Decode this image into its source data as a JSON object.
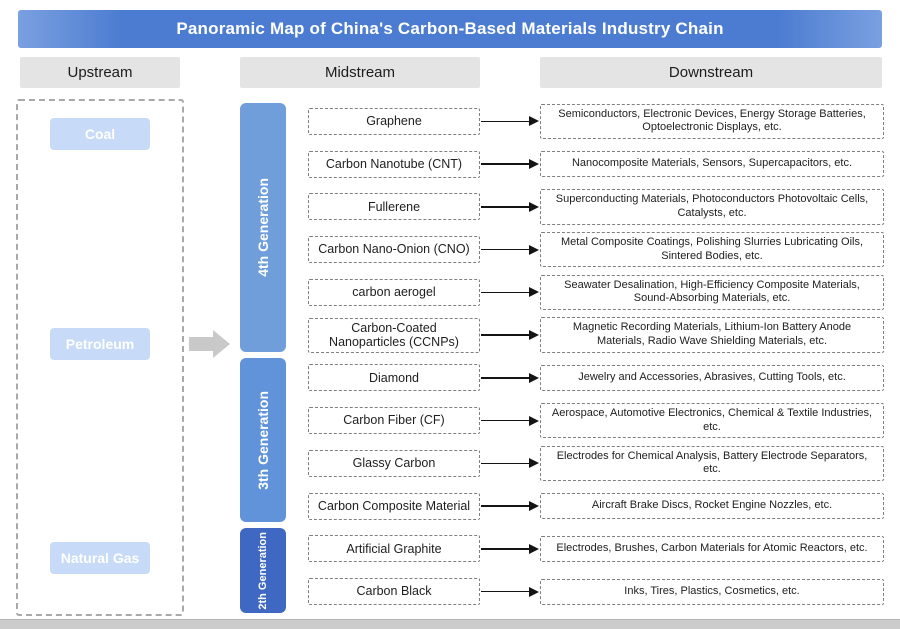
{
  "title": "Panoramic Map of China's Carbon-Based Materials Industry Chain",
  "columns": {
    "upstream": "Upstream",
    "midstream": "Midstream",
    "downstream": "Downstream"
  },
  "upstream": {
    "items": [
      {
        "label": "Coal"
      },
      {
        "label": "Petroleum"
      },
      {
        "label": "Natural Gas"
      }
    ]
  },
  "generations": [
    {
      "label": "4th Generation",
      "color": "#6f9edb",
      "row_span": 6
    },
    {
      "label": "3th Generation",
      "color": "#6093d9",
      "row_span": 4
    },
    {
      "label": "2th Generation",
      "color": "#3e68c2",
      "row_span": 2
    }
  ],
  "rows": [
    {
      "material": "Graphene",
      "applications": "Semiconductors, Electronic Devices, Energy Storage Batteries, Optoelectronic Displays, etc."
    },
    {
      "material": "Carbon Nanotube (CNT)",
      "applications": "Nanocomposite Materials, Sensors, Supercapacitors, etc."
    },
    {
      "material": "Fullerene",
      "applications": "Superconducting Materials, Photoconductors Photovoltaic Cells, Catalysts, etc."
    },
    {
      "material": "Carbon Nano-Onion (CNO)",
      "applications": "Metal Composite Coatings, Polishing Slurries Lubricating Oils, Sintered Bodies, etc."
    },
    {
      "material": "carbon aerogel",
      "applications": "Seawater Desalination, High-Efficiency Composite Materials, Sound-Absorbing Materials, etc."
    },
    {
      "material": "Carbon-Coated Nanoparticles (CCNPs)",
      "applications": "Magnetic Recording Materials, Lithium-Ion Battery Anode Materials, Radio Wave Shielding Materials, etc."
    },
    {
      "material": "Diamond",
      "applications": "Jewelry and Accessories, Abrasives, Cutting Tools, etc."
    },
    {
      "material": "Carbon Fiber (CF)",
      "applications": "Aerospace, Automotive Electronics, Chemical & Textile Industries, etc."
    },
    {
      "material": "Glassy Carbon",
      "applications": "Electrodes for Chemical Analysis, Battery Electrode Separators, etc."
    },
    {
      "material": "Carbon Composite Material",
      "applications": "Aircraft Brake Discs, Rocket Engine Nozzles, etc."
    },
    {
      "material": "Artificial Graphite",
      "applications": "Electrodes, Brushes, Carbon Materials for Atomic Reactors, etc."
    },
    {
      "material": "Carbon Black",
      "applications": "Inks, Tires, Plastics, Cosmetics, etc."
    }
  ],
  "colors": {
    "title_bar": "#4c7cd1",
    "title_bar_light": "#7aa0e0",
    "header_bg": "#e4e4e4",
    "upstream_item": "#c7daf7",
    "arrow_gray": "#c9c9c9",
    "flow_arrow": "#141414",
    "box_border": "#7f7f7f"
  }
}
